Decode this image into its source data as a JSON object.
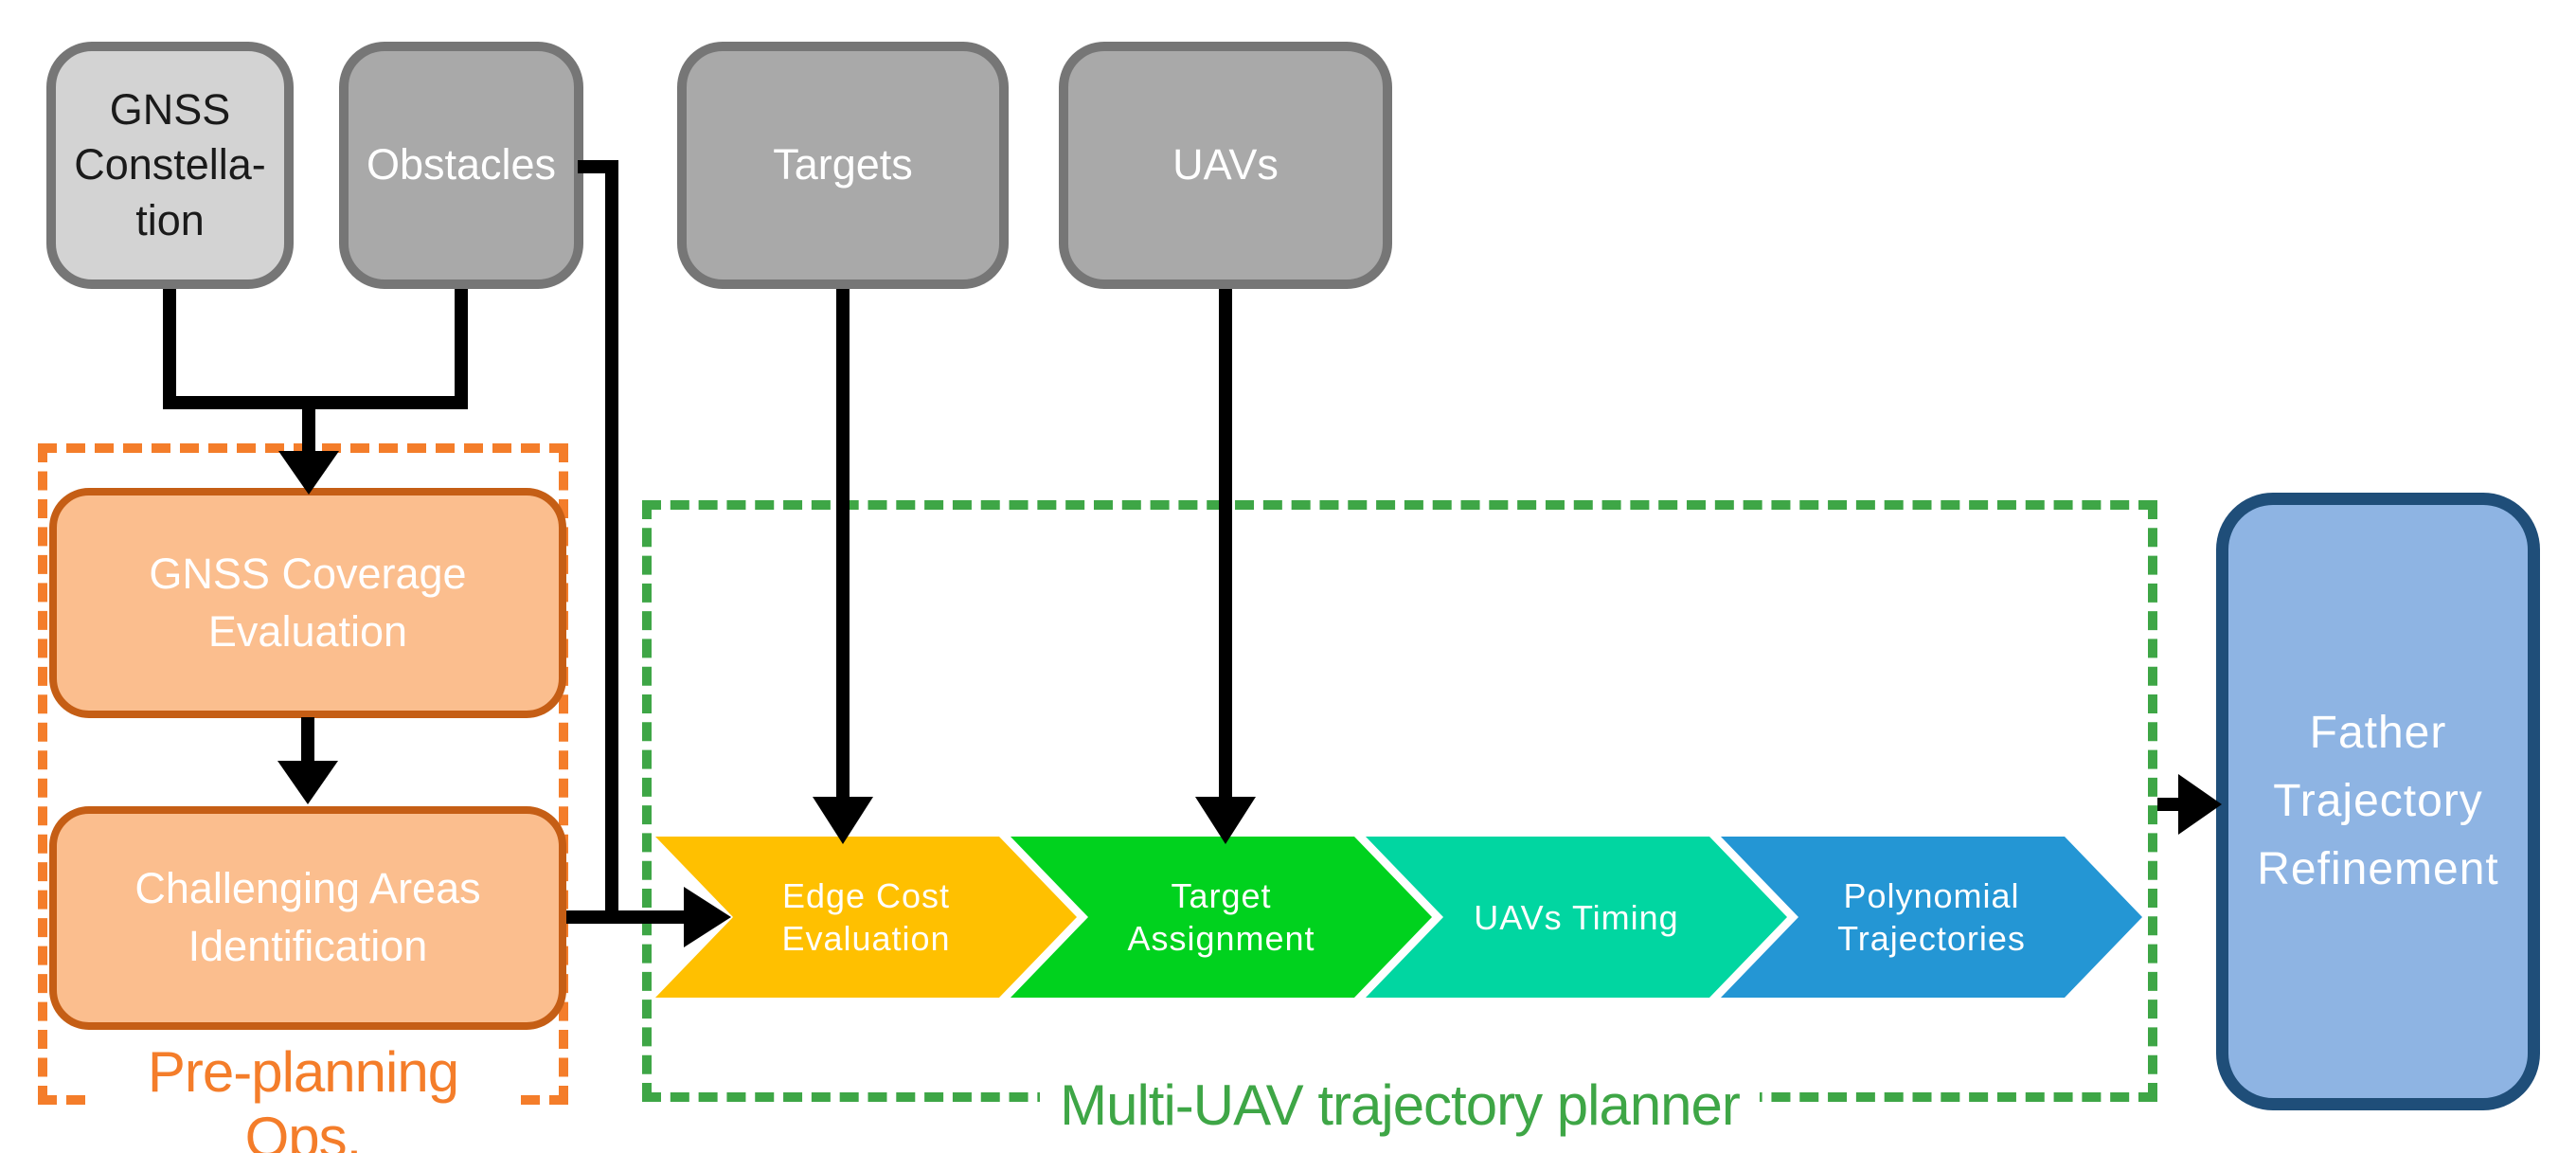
{
  "sources": {
    "gnss_constellation": "GNSS\nConstella-\ntion",
    "obstacles": "Obstacles",
    "targets": "Targets",
    "uavs": "UAVs"
  },
  "preplanning": {
    "label": "Pre-planning Ops.",
    "gnss_coverage": "GNSS Coverage\nEvaluation",
    "challenging_areas": "Challenging Areas\nIdentification"
  },
  "planner": {
    "label": "Multi-UAV trajectory planner",
    "stages": [
      {
        "label": "Edge Cost\nEvaluation",
        "color": "#FFC000"
      },
      {
        "label": "Target\nAssignment",
        "color": "#00D21E"
      },
      {
        "label": "UAVs Timing",
        "color": "#01D6A1"
      },
      {
        "label": "Polynomial\nTrajectories",
        "color": "#2496D4"
      }
    ]
  },
  "output": {
    "father_refinement": "Father\nTrajectory\nRefinement"
  },
  "colors": {
    "gray_light_fill": "#D3D3D3",
    "gray_fill": "#A9A9A9",
    "gray_border": "#767676",
    "orange_fill": "#FBBE8E",
    "orange_border": "#C55E15",
    "orange_accent": "#F47D2A",
    "green_accent": "#3EA646",
    "father_fill": "#8EB4E3",
    "father_border": "#1F4E79",
    "connector": "#000000"
  }
}
